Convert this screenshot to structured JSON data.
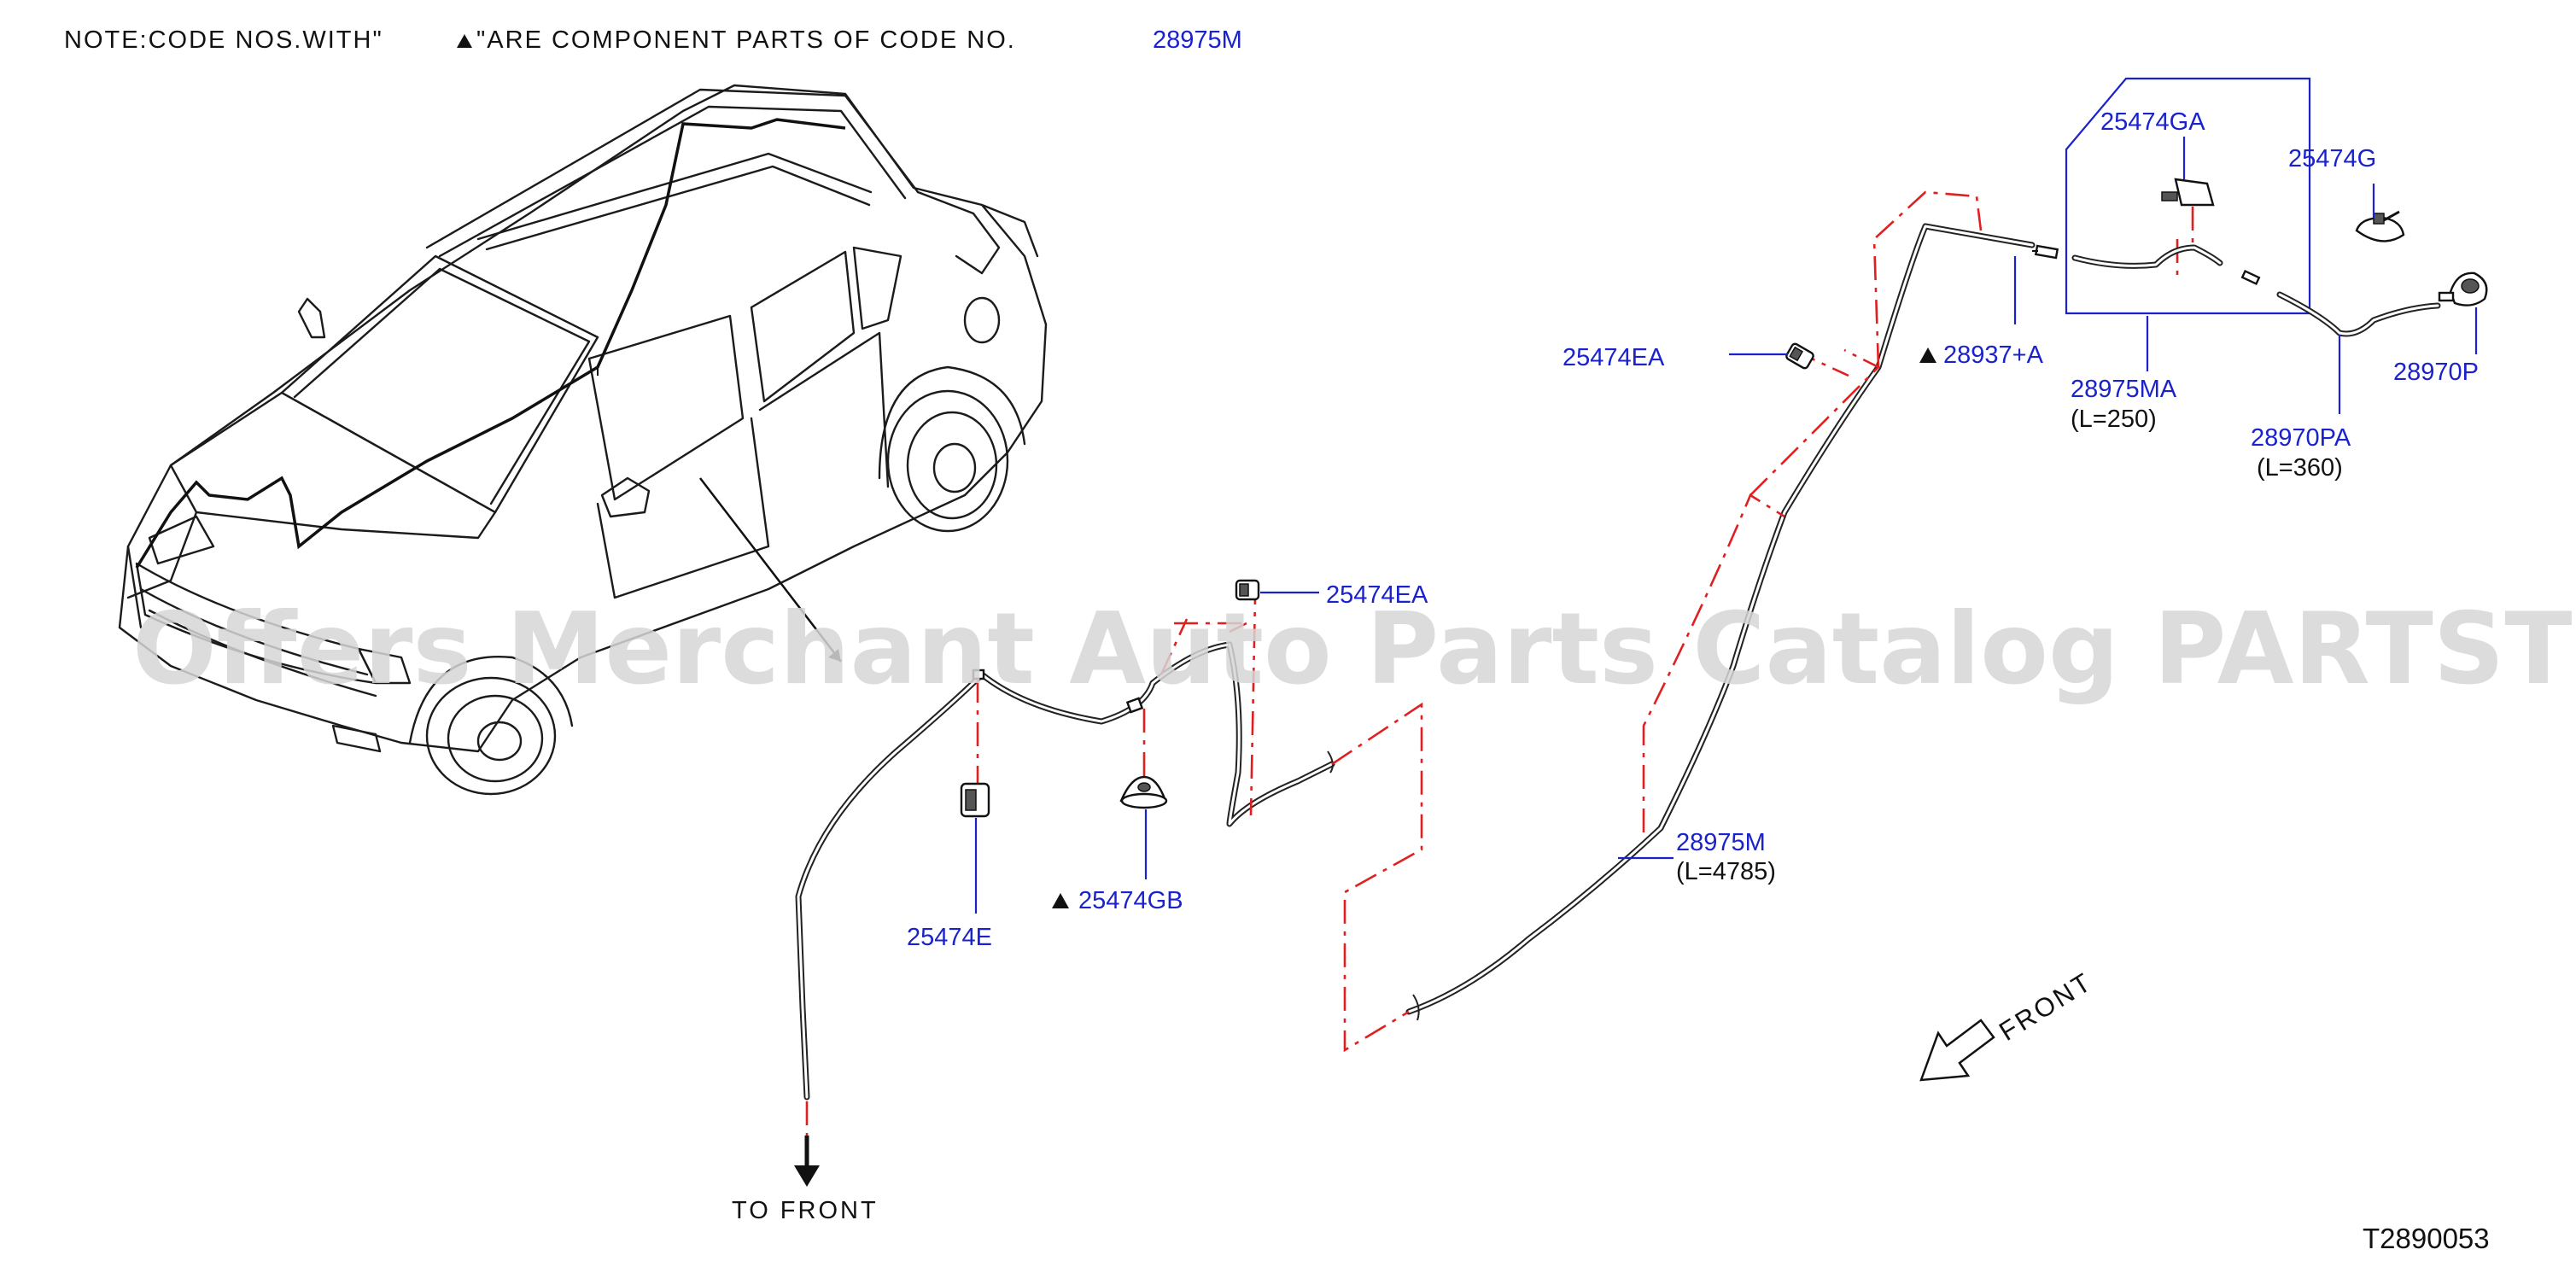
{
  "note": {
    "prefix": "NOTE:CODE  NOS.WITH\"",
    "suffix": "\"ARE  COMPONENT  PARTS  OF  CODE  NO.",
    "code": "28975M"
  },
  "parts": {
    "p25474GA": "25474GA",
    "p25474G": "25474G",
    "p25474EA_top": "25474EA",
    "p28937A": "28937+A",
    "p28975MA": "28975MA",
    "p28975MA_len": "(L=250)",
    "p28970P": "28970P",
    "p28970PA": "28970PA",
    "p28970PA_len": "(L=360)",
    "p25474EA_mid": "25474EA",
    "p25474E": "25474E",
    "p25474GB": "25474GB",
    "p28975M": "28975M",
    "p28975M_len": "(L=4785)"
  },
  "labels": {
    "to_front": "TO  FRONT",
    "front": "FRONT",
    "diagram_code": "T2890053"
  },
  "watermark": "Offers Merchant Auto Parts Catalog PARTSTORE.SA",
  "colors": {
    "part_label": "#1a22cc",
    "dashed_line": "#e02020",
    "text": "#111111"
  }
}
